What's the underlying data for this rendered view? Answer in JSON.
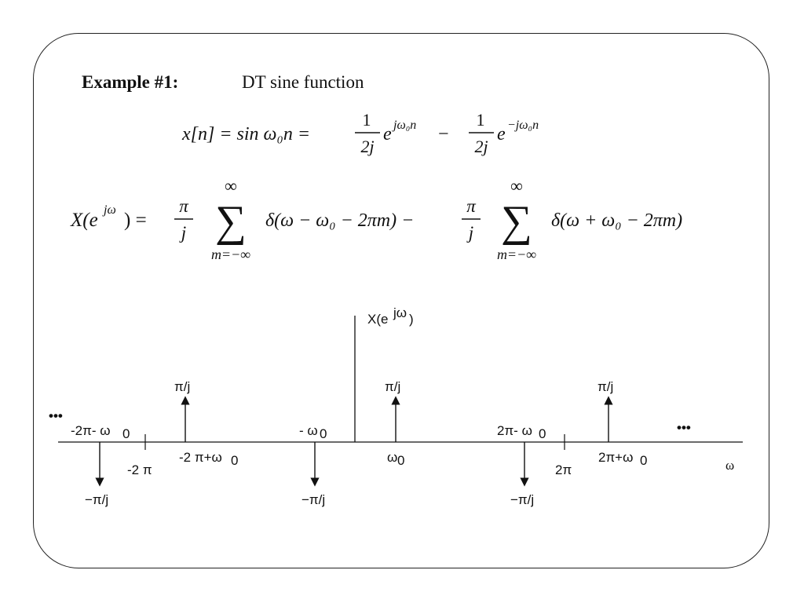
{
  "title": {
    "label": "Example #1:",
    "subtitle": "DT sine function"
  },
  "equation1": {
    "lhs": "x[n] = sin ω₀n =",
    "frac1_num": "1",
    "frac1_den": "2j",
    "exp1_base": "e",
    "exp1_sup": "jω₀n",
    "minus": "−",
    "frac2_num": "1",
    "frac2_den": "2j",
    "exp2_base": "e",
    "exp2_sup": "−jω₀n"
  },
  "equation2": {
    "lhs": "X(e",
    "lhs_sup": "jω",
    "lhs_close": ") =",
    "pi_num": "π",
    "j_den": "j",
    "sum_top": "∞",
    "sum_sym": "∑",
    "sum_bottom": "m=−∞",
    "term1": "δ(ω − ω₀ − 2πm) −",
    "term2": "δ(ω + ω₀ − 2πm)"
  },
  "plot": {
    "y_axis_label": "X(e",
    "y_axis_sup": "jω",
    "y_axis_close": ")",
    "x_axis_label": "ω",
    "ellipsis_left": "•••",
    "ellipsis_right": "•••",
    "tick_labels": {
      "neg_2pi": "-2 π",
      "pos_2pi": "2π"
    },
    "impulse_labels": {
      "pos_value": "π/j",
      "neg_value": "−π/j"
    },
    "freq_labels": {
      "neg_2pi_minus_w0": "-2π- ω",
      "neg_2pi_plus_w0": "-2 π+ω",
      "neg_w0": "- ω",
      "w0": "ω",
      "pos_2pi_minus_w0": "2π- ω",
      "pos_2pi_plus_w0": "2π+ω",
      "sub0": "0"
    }
  }
}
